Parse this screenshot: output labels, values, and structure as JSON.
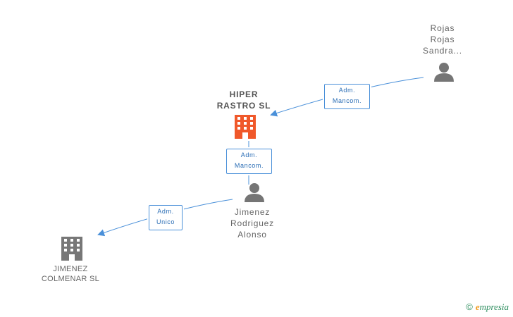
{
  "nodes": {
    "hiper_rastro": {
      "line1": "HIPER",
      "line2": "RASTRO SL",
      "color": "#f0582a"
    },
    "rojas": {
      "line1": "Rojas",
      "line2": "Rojas",
      "line3": "Sandra..."
    },
    "jimenez_person": {
      "line1": "Jimenez",
      "line2": "Rodriguez",
      "line3": "Alonso"
    },
    "jimenez_colmenar": {
      "line1": "JIMENEZ",
      "line2": "COLMENAR SL",
      "color": "#777777"
    }
  },
  "edges": {
    "rojas_to_hiper": {
      "line1": "Adm.",
      "line2": "Mancom."
    },
    "jimenez_to_hiper": {
      "line1": "Adm.",
      "line2": "Mancom."
    },
    "jimenez_to_colmenar": {
      "line1": "Adm.",
      "line2": "Unico"
    }
  },
  "colors": {
    "edge": "#4a90d9",
    "person": "#757575"
  },
  "brand": {
    "copyright": "©",
    "initial": "e",
    "rest": "mpresia"
  }
}
